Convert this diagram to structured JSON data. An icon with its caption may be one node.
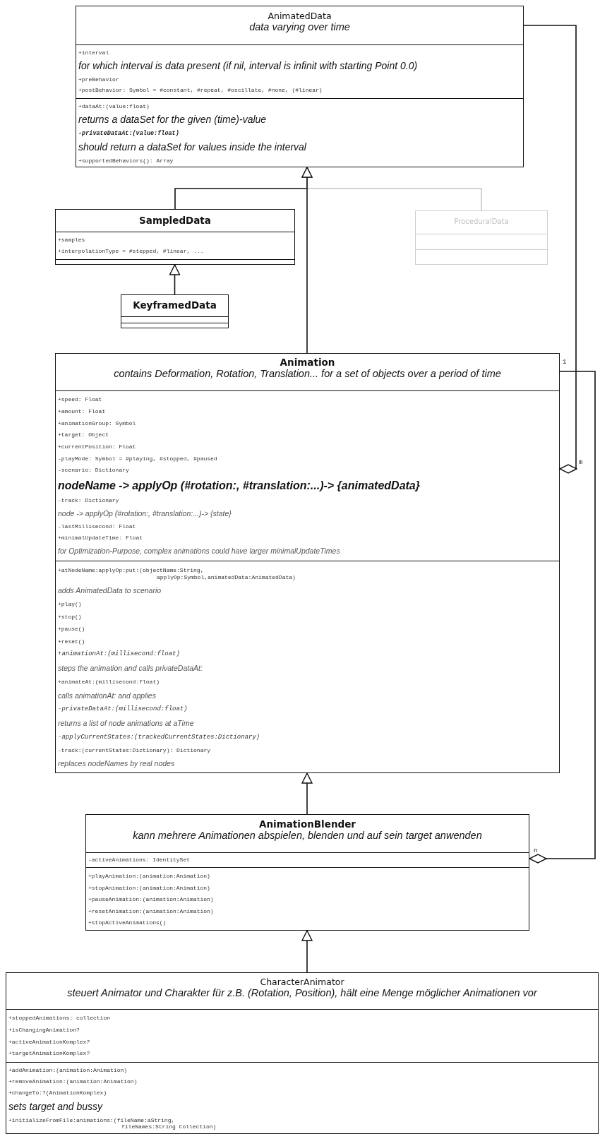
{
  "diagram": {
    "nodes": [
      {
        "text": [
          "AnimatedData",
          "data varying over time"
        ]
      },
      {
        "text": [
          "+interval",
          "for which interval is data present (if nil, interval is infinit with starting Point 0.0)",
          "+preBehavior",
          "+postBehavior: Symbol = #constant, #repeat, #oscillate, #none, (#linear)"
        ],
        "in": 0
      },
      {
        "text": [
          "+dataAt:(value:float)",
          "returns a dataSet for the given (time)-value",
          "-privateDataAt:(value:float)",
          "should return a dataSet for values inside the interval",
          "+supportedBehaviors(): Array"
        ],
        "in": 0
      },
      {
        "text": [
          "SampledData"
        ]
      },
      {
        "text": [
          "+samples",
          "+interpolationType = #stepped, #linear, ..."
        ],
        "in": 3
      },
      {
        "text": [],
        "shape": "box",
        "in": 3
      },
      {
        "text": [
          "KeyframedData"
        ]
      },
      {
        "text": [],
        "shape": "box",
        "in": 6
      },
      {
        "text": [],
        "shape": "box",
        "in": 6
      },
      {
        "text": [
          "ProceduralData"
        ]
      },
      {
        "text": [],
        "shape": "box",
        "in": 9
      },
      {
        "text": [],
        "shape": "box",
        "in": 9
      },
      {
        "text": [
          "Animation",
          "contains Deformation, Rotation, Translation... for a set of objects over a period of time"
        ]
      },
      {
        "text": [
          "+speed: Float",
          "+amount: Float",
          "+animationGroup: Symbol",
          "+target: Object",
          "+currentPosition: Float",
          "-playMode: Symbol = #playing, #stopped, #paused",
          "-scenario: Dictionary",
          "nodeName -> applyOp (#rotation:, #translation:...)-> {animatedData}",
          "-track: Dictionary",
          "node -> applyOp (#rotation:, #translation:...)-> {state}",
          "-lastMillisecond: Float",
          "+minimalUpdateTime: Float",
          "for Optimization-Purpose, complex animations could have larger minimalUpdateTimes"
        ],
        "in": 12
      },
      {
        "text": [
          "+atNodeName:applyOp:put:(objectName:String, applyOp:Symbol,animatedData:AnimatedData)",
          "adds AnimatedData to scenario",
          "+play()",
          "+stop()",
          "+pause()",
          "+reset()",
          "+animationAt:(millisecond:float)",
          "steps the animation and calls privateDataAt:",
          "+animateAt:(millisecond:float)",
          "calls animationAt: and applies",
          "-privateDataAt:(millisecond:float)",
          "returns a list of node animations at aTime",
          "-applyCurrentStates:(trackedCurrentStates:Dictionary)",
          "-track:(currentStates:Dictionary): Dictionary",
          "replaces nodeNames by real nodes"
        ],
        "in": 12
      },
      {
        "text": [
          "AnimationBlender",
          "kann mehrere Animationen abspielen, blenden und auf sein target anwenden"
        ]
      },
      {
        "text": [
          "-activeAnimations: IdentitySet"
        ],
        "in": 15
      },
      {
        "text": [
          "+playAnimation:(animation:Animation)",
          "+stopAnimation:(animation:Animation)",
          "+pauseAnimation:(animation:Animation)",
          "+resetAnimation:(animation:Animation)",
          "+stopActiveAnimations()"
        ],
        "in": 15
      },
      {
        "text": [
          "CharacterAnimator",
          "steuert Animator und Charakter für z.B. (Rotation, Position), hält eine Menge möglicher Animationen vor"
        ]
      },
      {
        "text": [
          "+stoppedAnimations: collection",
          "+isChangingAnimation?",
          "+activeAnimationKomplex?",
          "+targetAnimationKomplex?"
        ],
        "in": 18
      },
      {
        "text": [
          "+addAnimation:(animation:Animation)",
          "+removeAnimation:(animation:Animation)",
          "+changeTo:?(AnimationKomplex)",
          "sets target and bussy",
          "+initializeFromFile:animations:(fileName:aString, fileNames:String Collection)"
        ],
        "in": 18
      }
    ],
    "edges": [
      {
        "from": 3,
        "to": 0,
        "arrow": "to"
      },
      {
        "from": 6,
        "to": 3,
        "arrow": "to"
      },
      {
        "from": 9,
        "to": 0,
        "arrow": "to",
        "color": "#c8c8c8"
      },
      {
        "from": 12,
        "to": 0,
        "arrow": "to"
      },
      {
        "from": 15,
        "to": 12,
        "arrow": "to"
      },
      {
        "from": 18,
        "to": 15,
        "arrow": "to"
      },
      {
        "from": 0,
        "to": 12,
        "arrow": "other"
      },
      {
        "from": 12,
        "to": 15,
        "arrow": "other"
      }
    ],
    "labels": [
      "m",
      "1",
      "n"
    ]
  }
}
